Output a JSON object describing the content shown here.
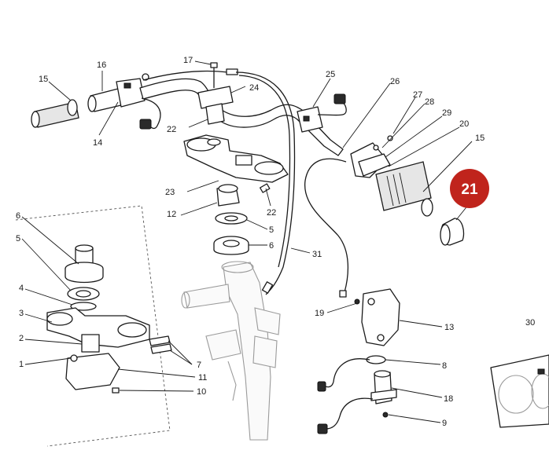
{
  "diagram": {
    "callouts": [
      "15",
      "16",
      "17",
      "24",
      "25",
      "26",
      "27",
      "28",
      "29",
      "20",
      "15",
      "14",
      "22",
      "23",
      "22",
      "12",
      "5",
      "6",
      "31",
      "6",
      "5",
      "4",
      "3",
      "2",
      "1",
      "7",
      "11",
      "10",
      "19",
      "13",
      "8",
      "18",
      "9",
      "30"
    ],
    "highlight": {
      "label": "21",
      "color": "#c0241c"
    }
  }
}
